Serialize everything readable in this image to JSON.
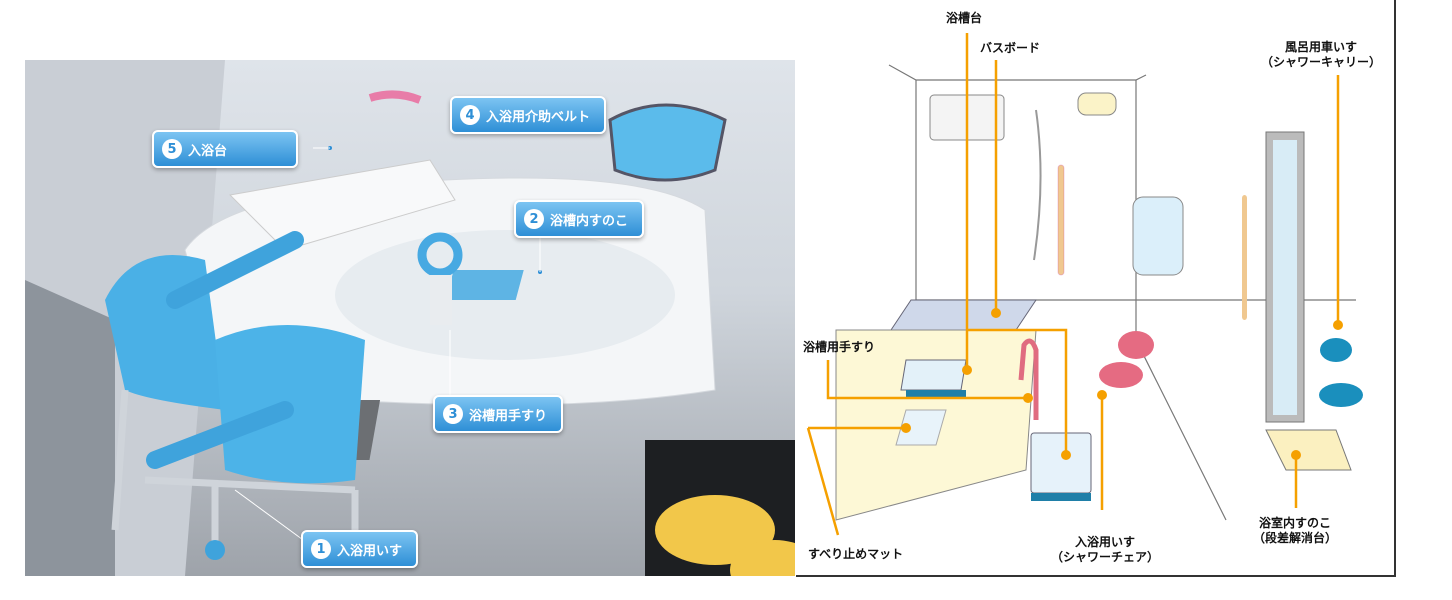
{
  "photo": {
    "callouts": [
      {
        "num": "1",
        "label": "入浴用いす"
      },
      {
        "num": "2",
        "label": "浴槽内すのこ"
      },
      {
        "num": "3",
        "label": "浴槽用手すり"
      },
      {
        "num": "4",
        "label": "入浴用介助ベルト"
      },
      {
        "num": "5",
        "label": "入浴台"
      }
    ]
  },
  "diagram": {
    "labels": {
      "bath_stand": "浴槽台",
      "bath_board": "バスボード",
      "wheelchair_line1": "風呂用車いす",
      "wheelchair_line2": "（シャワーキャリー）",
      "tub_handrail": "浴槽用手すり",
      "nonslip_mat": "すべり止めマット",
      "shower_chair_line1": "入浴用いす",
      "shower_chair_line2": "（シャワーチェア）",
      "floor_duckboard_line1": "浴室内すのこ",
      "floor_duckboard_line2": "（段差解消台）"
    },
    "accent": "#f5a000"
  }
}
